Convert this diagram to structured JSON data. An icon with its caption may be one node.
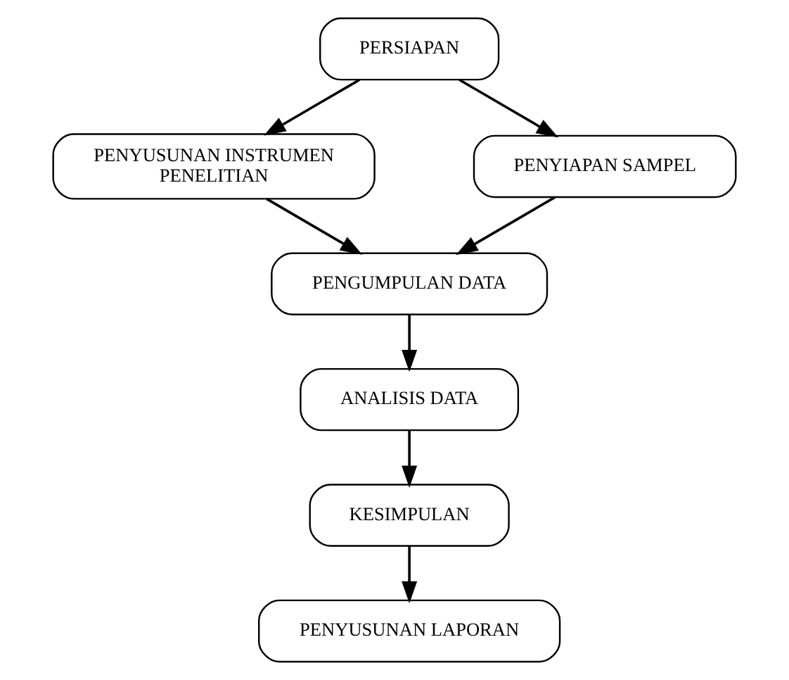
{
  "diagram": {
    "nodes": [
      {
        "text": [
          "PERSIAPAN"
        ]
      },
      {
        "text": [
          "PENYUSUNAN INSTRUMEN PENELITIAN"
        ]
      },
      {
        "text": [
          "PENYIAPAN SAMPEL"
        ]
      },
      {
        "text": [
          "PENGUMPULAN DATA"
        ]
      },
      {
        "text": [
          "ANALISIS DATA"
        ]
      },
      {
        "text": [
          "KESIMPULAN"
        ]
      },
      {
        "text": [
          "PENYUSUNAN LAPORAN"
        ]
      }
    ],
    "edges": [
      {
        "from": 0,
        "to": 1,
        "arrow": "to"
      },
      {
        "from": 0,
        "to": 2,
        "arrow": "to"
      },
      {
        "from": 1,
        "to": 3,
        "arrow": "to"
      },
      {
        "from": 2,
        "to": 3,
        "arrow": "to"
      },
      {
        "from": 3,
        "to": 4,
        "arrow": "to"
      },
      {
        "from": 4,
        "to": 5,
        "arrow": "to"
      },
      {
        "from": 5,
        "to": 6,
        "arrow": "to"
      }
    ]
  }
}
